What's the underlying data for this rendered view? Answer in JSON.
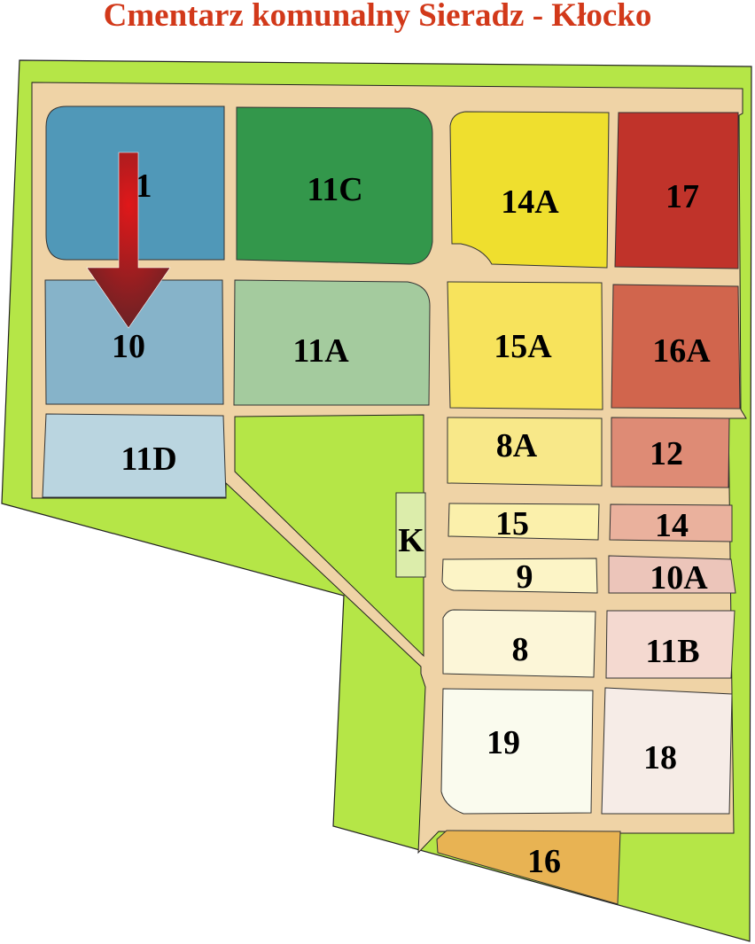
{
  "title": "Cmentarz komunalny Sieradz - Kłocko",
  "colors": {
    "title": "#d2391a",
    "grass": "#b5e647",
    "road": "#efd3a6",
    "arrow": "#c0161a"
  },
  "plots": {
    "p1": {
      "label": "1",
      "color": "#5098b8"
    },
    "p11C": {
      "label": "11C",
      "color": "#33974b"
    },
    "p14A": {
      "label": "14A",
      "color": "#efdf2e"
    },
    "p17": {
      "label": "17",
      "color": "#c0332a"
    },
    "p10": {
      "label": "10",
      "color": "#86b3c9"
    },
    "p11A": {
      "label": "11A",
      "color": "#a4cb9e"
    },
    "p15A": {
      "label": "15A",
      "color": "#f7e35c"
    },
    "p16A": {
      "label": "16A",
      "color": "#d1654d"
    },
    "p11D": {
      "label": "11D",
      "color": "#bad5e0"
    },
    "p8A": {
      "label": "8A",
      "color": "#f8e889"
    },
    "p12": {
      "label": "12",
      "color": "#de8b75"
    },
    "pK": {
      "label": "K",
      "color": "#dcedab"
    },
    "p15": {
      "label": "15",
      "color": "#fbf0ab"
    },
    "p14": {
      "label": "14",
      "color": "#eab19d"
    },
    "p9": {
      "label": "9",
      "color": "#fcf4c6"
    },
    "p10A": {
      "label": "10A",
      "color": "#ecc5ba"
    },
    "p8": {
      "label": "8",
      "color": "#fcf6d8"
    },
    "p11B": {
      "label": "11B",
      "color": "#f4d9d0"
    },
    "p19": {
      "label": "19",
      "color": "#fafbee"
    },
    "p18": {
      "label": "18",
      "color": "#f6ece7"
    },
    "p16": {
      "label": "16",
      "color": "#e8b353"
    }
  }
}
